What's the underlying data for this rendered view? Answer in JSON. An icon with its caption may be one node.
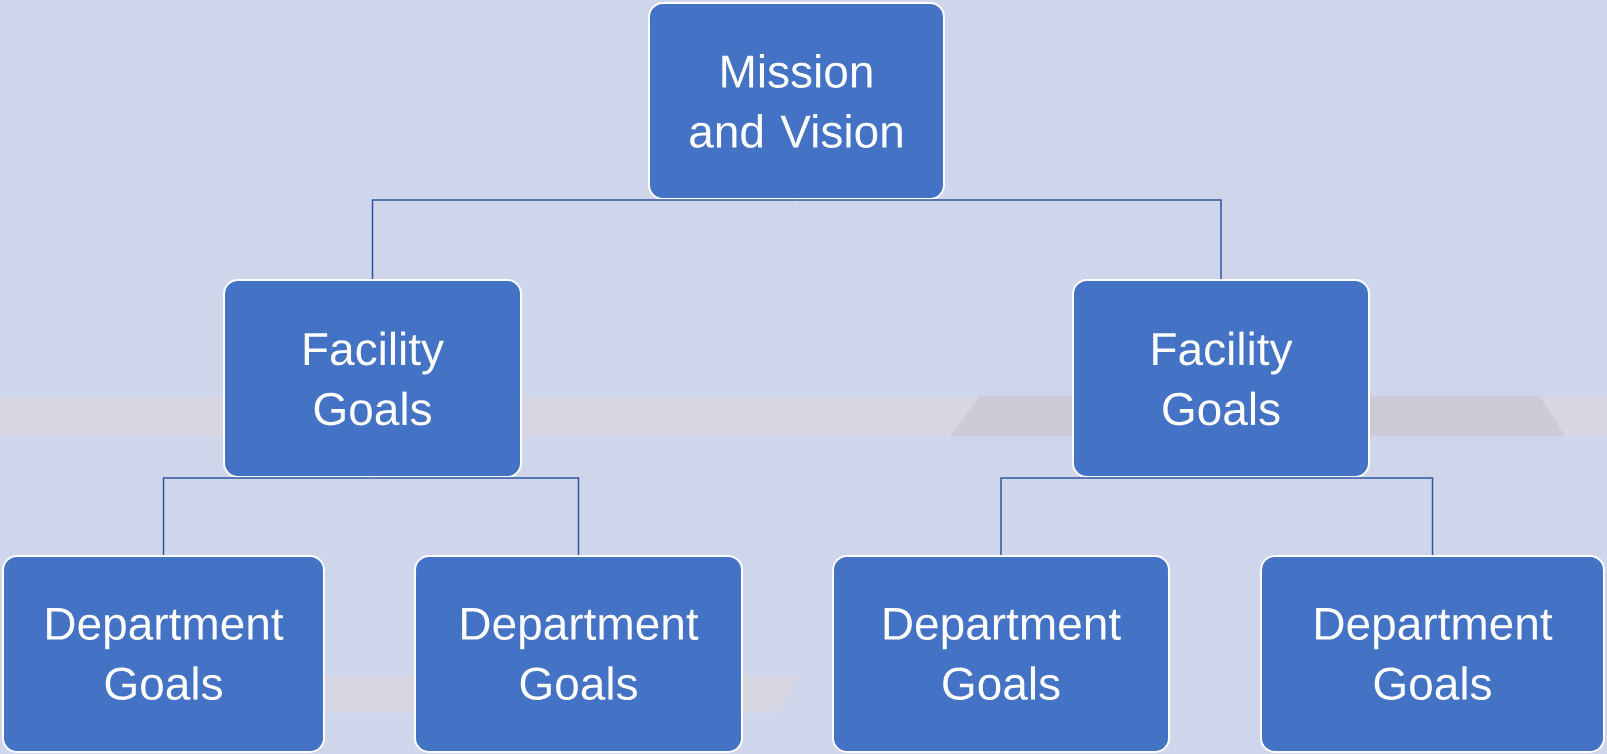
{
  "diagram": {
    "nodes": [
      {
        "text": [
          "Mission and Vision"
        ]
      },
      {
        "text": [
          "Facility Goals"
        ]
      },
      {
        "text": [
          "Facility Goals"
        ]
      },
      {
        "text": [
          "Department Goals"
        ]
      },
      {
        "text": [
          "Department Goals"
        ]
      },
      {
        "text": [
          "Department Goals"
        ]
      },
      {
        "text": [
          "Department Goals"
        ]
      }
    ],
    "edges": [
      {
        "from": 0,
        "to": 1,
        "arrow": "none"
      },
      {
        "from": 0,
        "to": 2,
        "arrow": "none"
      },
      {
        "from": 1,
        "to": 3,
        "arrow": "none"
      },
      {
        "from": 1,
        "to": 4,
        "arrow": "none"
      },
      {
        "from": 2,
        "to": 5,
        "arrow": "none"
      },
      {
        "from": 2,
        "to": 6,
        "arrow": "none"
      }
    ]
  }
}
